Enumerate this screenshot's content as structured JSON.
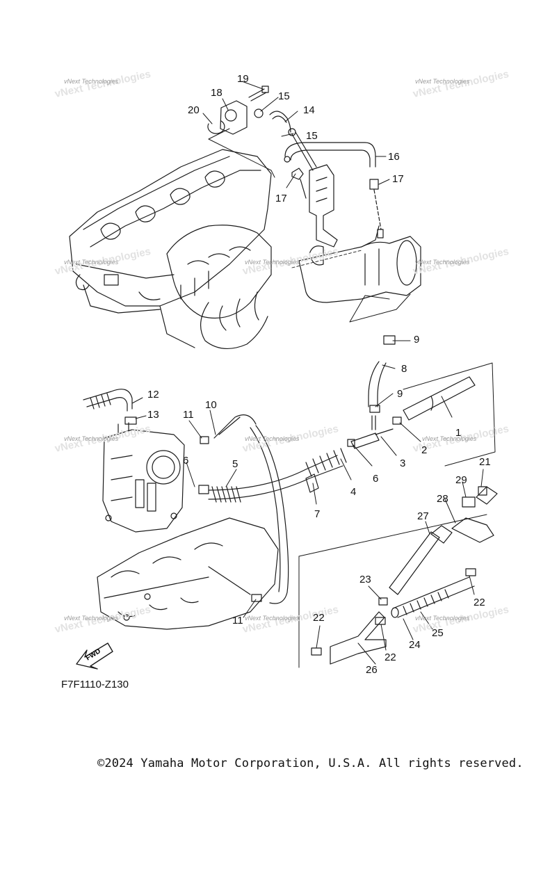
{
  "diagram": {
    "figure_code": "F7F1110-Z130",
    "copyright": "©2024 Yamaha Motor Corporation, U.S.A. All rights reserved.",
    "fwd_label": "FWD",
    "watermark_text": "vNext Technologies",
    "callouts": [
      "1",
      "2",
      "3",
      "4",
      "5",
      "6",
      "6",
      "7",
      "8",
      "9",
      "9",
      "10",
      "11",
      "11",
      "12",
      "13",
      "14",
      "15",
      "15",
      "16",
      "17",
      "17",
      "18",
      "19",
      "20",
      "21",
      "22",
      "22",
      "22",
      "22",
      "23",
      "24",
      "25",
      "26",
      "27",
      "28",
      "29"
    ]
  }
}
